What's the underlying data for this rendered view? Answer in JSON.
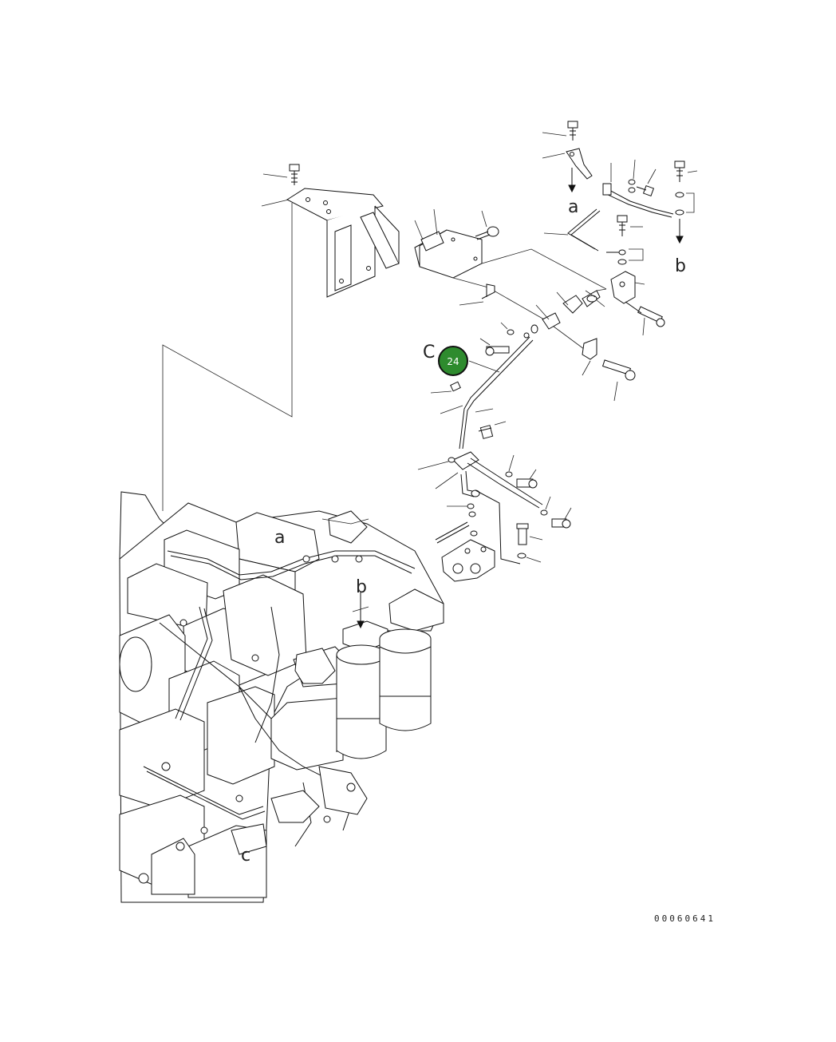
{
  "diagram": {
    "callout": {
      "number": "24",
      "color": "#2e8b2e",
      "ring_color": "#111111"
    },
    "view_labels": {
      "a": "a",
      "b": "b",
      "c": "C"
    },
    "engine_labels": {
      "a": "a",
      "b": "b",
      "c": "c"
    },
    "drawing_number": "00060641"
  }
}
